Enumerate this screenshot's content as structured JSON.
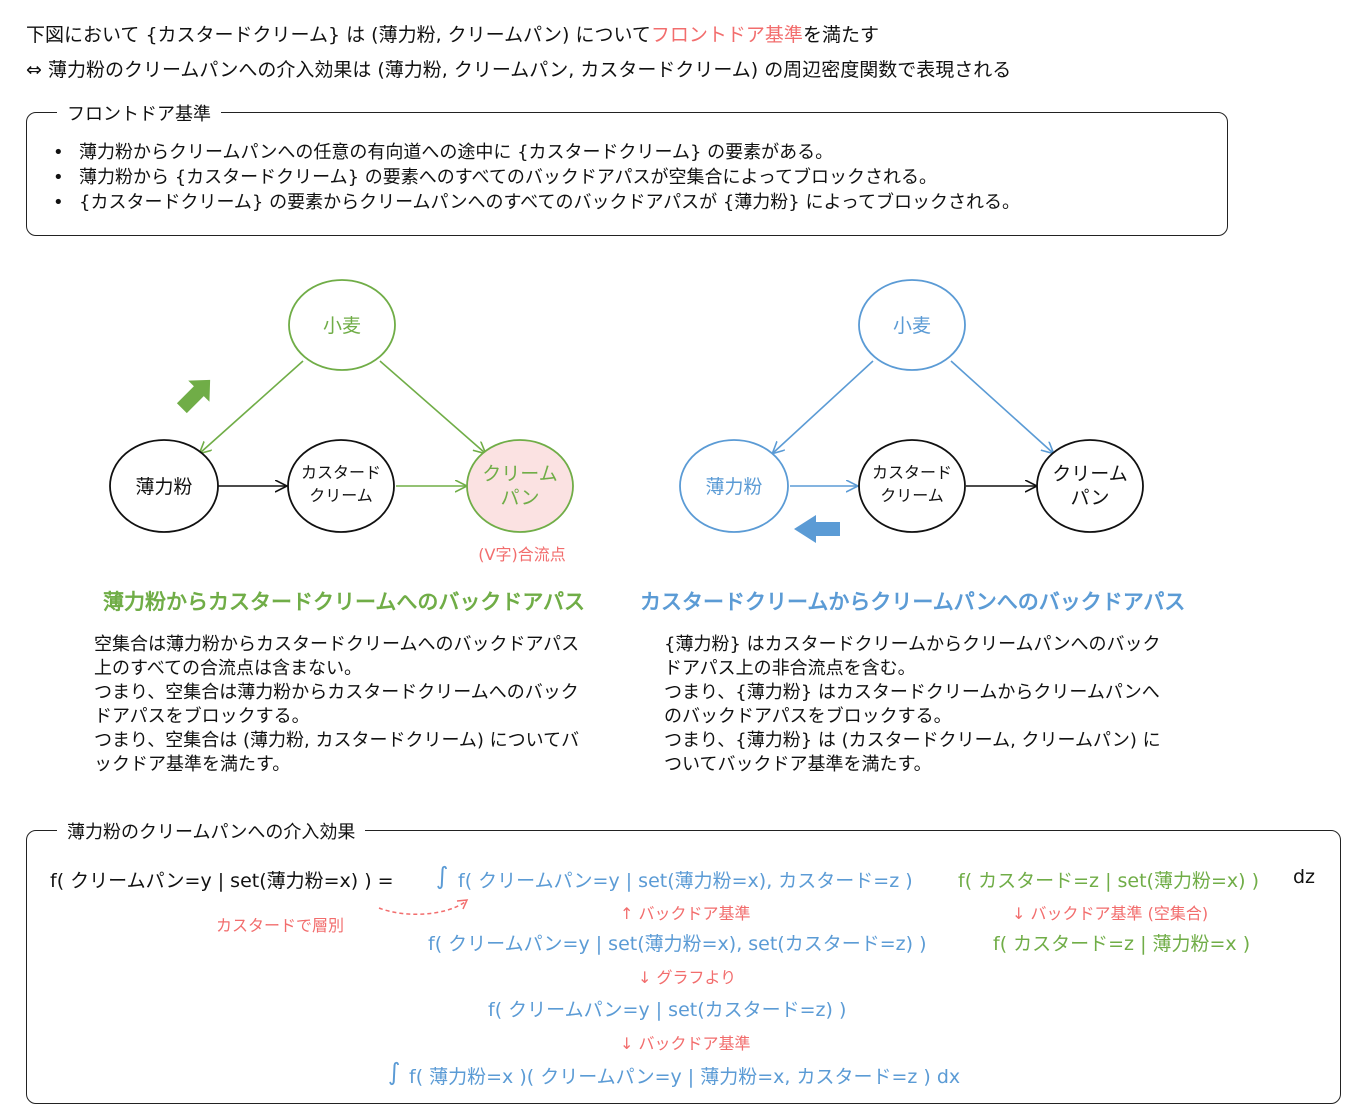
{
  "header": {
    "line1_pre": "下図において {カスタードクリーム} は (薄力粉, クリームパン) について",
    "line1_highlight": "フロントドア基準",
    "line1_post": "を満たす",
    "line2": "⇔ 薄力粉のクリームパンへの介入効果は (薄力粉, クリームパン, カスタードクリーム) の周辺密度関数で表現される"
  },
  "criterion": {
    "title": "フロントドア基準",
    "items": [
      "薄力粉からクリームパンへの任意の有向道への途中に {カスタードクリーム} の要素がある。",
      "薄力粉から {カスタードクリーム} の要素へのすべてのバックドアパスが空集合によってブロックされる。",
      "{カスタードクリーム} の要素からクリームパンへのすべてのバックドアパスが {薄力粉} によってブロックされる。"
    ]
  },
  "left_graph": {
    "nodes": {
      "wheat": "小麦",
      "flour": "薄力粉",
      "custard_l1": "カスタード",
      "custard_l2": "クリーム",
      "bun_l1": "クリーム",
      "bun_l2": "パン"
    },
    "collider_label": "(V字)合流点",
    "heading": "薄力粉からカスタードクリームへのバックドアパス",
    "paragraphs": [
      "空集合は薄力粉からカスタードクリームへのバックドアパス上のすべての合流点は含まない。",
      "つまり、空集合は薄力粉からカスタードクリームへのバックドアパスをブロックする。",
      "つまり、空集合は (薄力粉, カスタードクリーム) についてバックドア基準を満たす。"
    ]
  },
  "right_graph": {
    "nodes": {
      "wheat": "小麦",
      "flour": "薄力粉",
      "custard_l1": "カスタード",
      "custard_l2": "クリーム",
      "bun_l1": "クリーム",
      "bun_l2": "パン"
    },
    "heading": "カスタードクリームからクリームパンへのバックドアパス",
    "paragraphs": [
      "{薄力粉} はカスタードクリームからクリームパンへのバックドアパス上の非合流点を含む。",
      "つまり、{薄力粉} はカスタードクリームからクリームパンへのバックドアパスをブロックする。",
      "つまり、{薄力粉} は (カスタードクリーム, クリームパン) についてバックドア基準を満たす。"
    ]
  },
  "effect": {
    "title": "薄力粉のクリームパンへの介入効果",
    "eq_lhs": "f( クリームパン=y | set(薄力粉=x) ) =",
    "integral": "∫",
    "eq_term1": "f( クリームパン=y | set(薄力粉=x), カスタード=z )",
    "eq_term2": "f( カスタード=z | set(薄力粉=x) )",
    "eq_dz": "dz",
    "stratify_note": "カスタードで層別",
    "note_up_backdoor": "↑ バックドア基準",
    "note_down_backdoor_empty": "↓ バックドア基準 (空集合)",
    "eq_row2_a": "f( クリームパン=y | set(薄力粉=x), set(カスタード=z) )",
    "eq_row2_b": "f( カスタード=z | 薄力粉=x )",
    "note_graph": "↓ グラフより",
    "eq_row3": "f( クリームパン=y | set(カスタード=z) )",
    "note_down_backdoor": "↓ バックドア基準",
    "eq_row4_integral": "∫",
    "eq_row4": "f( 薄力粉=x )( クリームパン=y | 薄力粉=x, カスタード=z ) dx"
  },
  "colors": {
    "green": "#70ad47",
    "blue": "#5b9bd5",
    "red": "#f26d6d",
    "pink_fill": "#fbe2e2"
  }
}
